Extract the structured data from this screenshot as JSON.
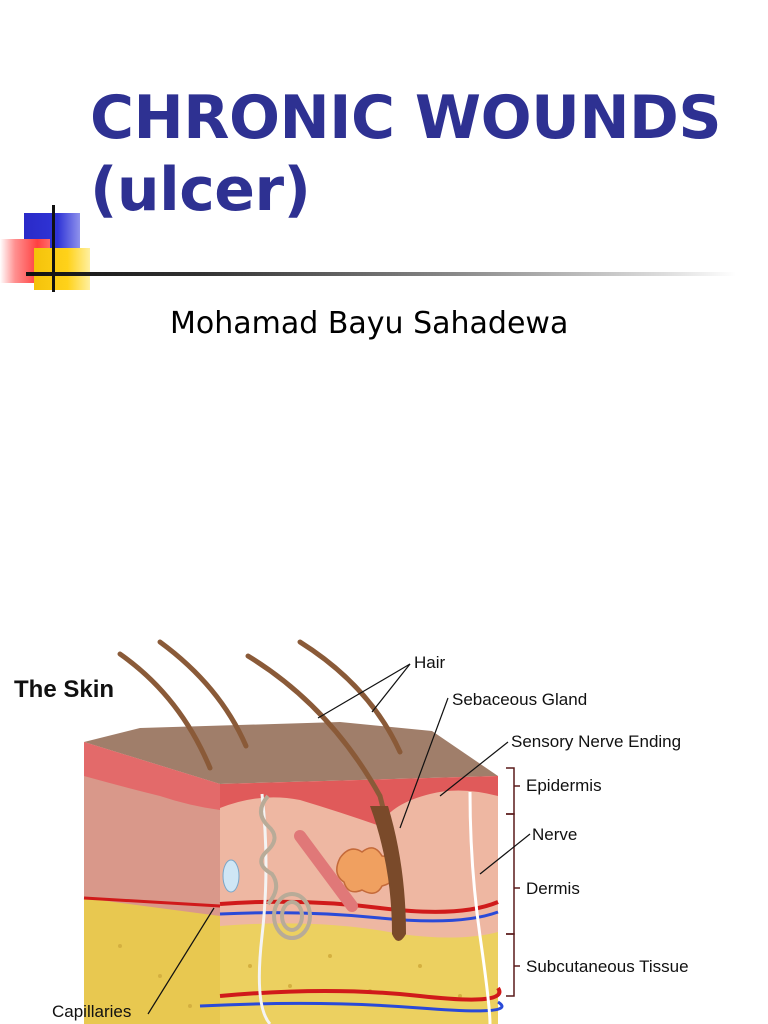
{
  "slide": {
    "title_line1": "CHRONIC WOUNDS",
    "title_line2": "(ulcer)",
    "author": "Mohamad Bayu Sahadewa"
  },
  "diagram": {
    "title": "The Skin",
    "labels": {
      "hair": "Hair",
      "sebaceous_gland": "Sebaceous Gland",
      "sensory_nerve_ending": "Sensory Nerve Ending",
      "epidermis": "Epidermis",
      "nerve": "Nerve",
      "dermis": "Dermis",
      "subcutaneous_tissue": "Subcutaneous Tissue",
      "capillaries": "Capillaries"
    }
  },
  "colors": {
    "title": "#2e3192",
    "accent_blue": "#2f34d6",
    "accent_red": "#ff4040",
    "accent_yellow": "#ffd21a"
  }
}
